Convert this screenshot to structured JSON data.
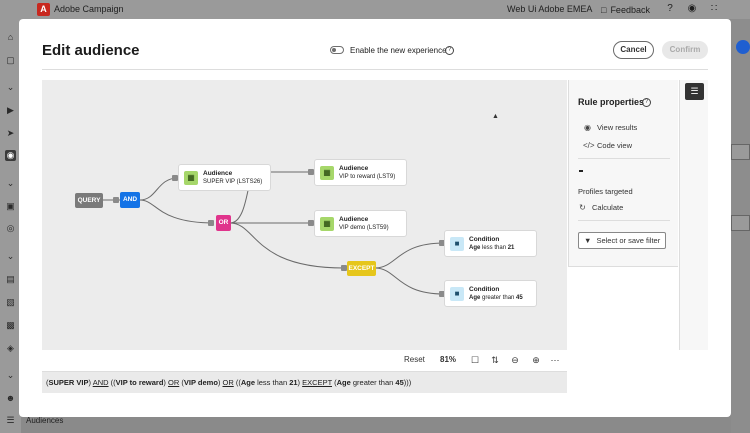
{
  "app": {
    "name": "Adobe Campaign",
    "org": "Web Ui Adobe EMEA",
    "feedback_label": "Feedback",
    "bottom_nav_label": "Audiences"
  },
  "modal": {
    "title": "Edit audience",
    "toggle_label": "Enable the new experience",
    "toggle_on": false,
    "cancel_label": "Cancel",
    "confirm_label": "Confirm",
    "confirm_disabled": true
  },
  "canvas": {
    "operators": {
      "query": "QUERY",
      "and": "AND",
      "or": "OR",
      "except": "EXCEPT"
    },
    "nodes": [
      {
        "type": "Audience",
        "detail": "SUPER VIP (LSTS26)"
      },
      {
        "type": "Audience",
        "detail": "VIP to reward (LST9)"
      },
      {
        "type": "Audience",
        "detail": "VIP demo (LST59)"
      },
      {
        "type": "Condition",
        "detail_bold": "Age",
        "detail_rest": " less than ",
        "detail_value": "21"
      },
      {
        "type": "Condition",
        "detail_bold": "Age",
        "detail_rest": " greater than ",
        "detail_value": "45"
      }
    ]
  },
  "zoombar": {
    "reset_label": "Reset",
    "zoom_level": "81%"
  },
  "expression": {
    "p1": "(",
    "sv": "SUPER VIP",
    "p2": ") ",
    "and": "AND",
    "p3": " ((",
    "vr": "VIP to reward",
    "p4": ") ",
    "or": "OR",
    "p5": " (",
    "vd": "VIP demo",
    "p6": ") ",
    "or2": "OR",
    "p7": " ((",
    "age1": "Age",
    "lt": " less than ",
    "n21": "21",
    "p8": ") ",
    "except": "EXCEPT",
    "p9": " (",
    "age2": "Age",
    "gt": " greater than ",
    "n45": "45",
    "p10": ")))"
  },
  "panel": {
    "title": "Rule properties",
    "view_results": "View results",
    "code_view": "Code view",
    "profiles_count": "-",
    "profiles_targeted": "Profiles targeted",
    "calculate": "Calculate",
    "filter_button": "Select or save filter"
  }
}
